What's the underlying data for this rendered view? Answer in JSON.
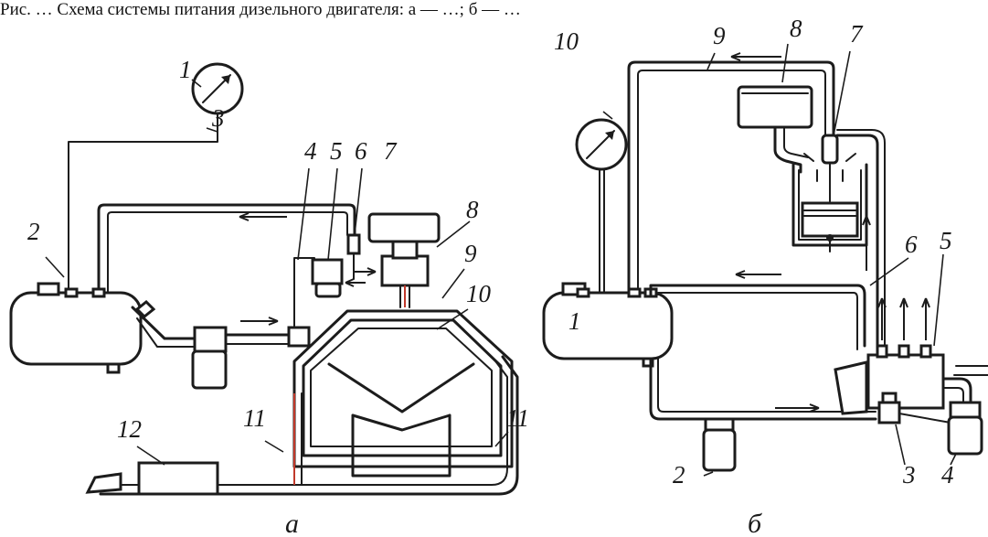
{
  "caption": "Рис. … Схема системы питания дизельного двигателя: а — …; б — …",
  "panel_a": {
    "label": "а",
    "callouts": [
      "1",
      "2",
      "3",
      "4",
      "5",
      "6",
      "7",
      "8",
      "9",
      "10",
      "11",
      "11",
      "12"
    ]
  },
  "panel_b": {
    "label": "б",
    "callouts": [
      "1",
      "2",
      "3",
      "4",
      "5",
      "6",
      "7",
      "8",
      "9",
      "10"
    ]
  },
  "colors": {
    "line": "#1c1c1c",
    "accent": "#c0392b",
    "background": "#ffffff"
  }
}
